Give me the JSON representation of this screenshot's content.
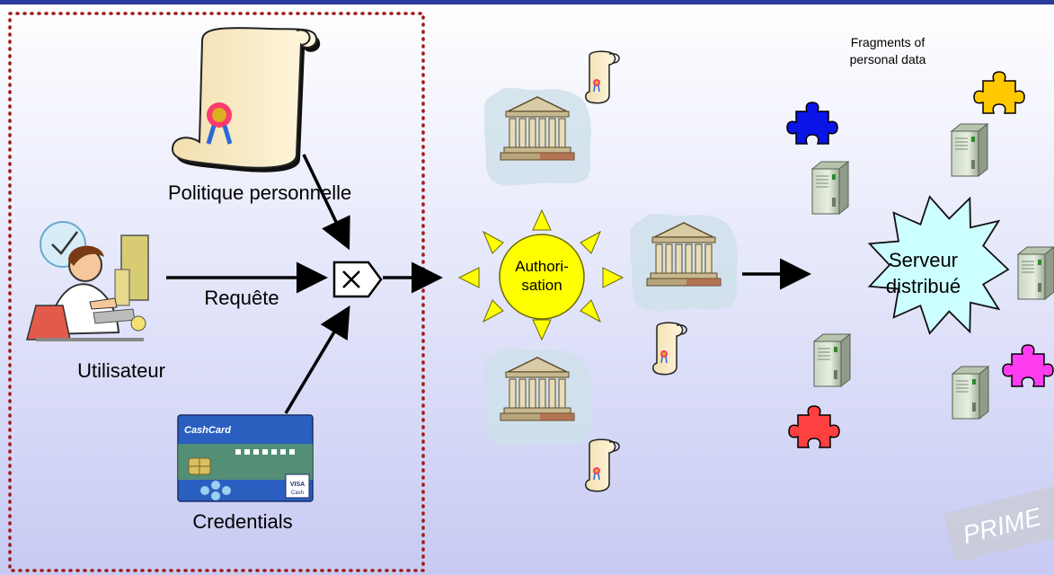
{
  "labels": {
    "policy": "Politique personnelle",
    "request": "Requête",
    "user": "Utilisateur",
    "credentials": "Credentials",
    "authorisation": "Authori-sation",
    "server": "Serveur distribué",
    "fragments": "Fragments of personal data"
  },
  "card": {
    "brand": "CashCard",
    "visa": "VISA",
    "cash": "Cash"
  },
  "watermark": "PRIME",
  "colors": {
    "topbar": "#2a3a9c",
    "boundary": "#a01818",
    "sun": "#ffff00",
    "star": "#ccffff",
    "puzzle_blue": "#0a14e6",
    "puzzle_yellow": "#ffc800",
    "puzzle_magenta": "#ff3cf0",
    "puzzle_red": "#ff4040"
  }
}
